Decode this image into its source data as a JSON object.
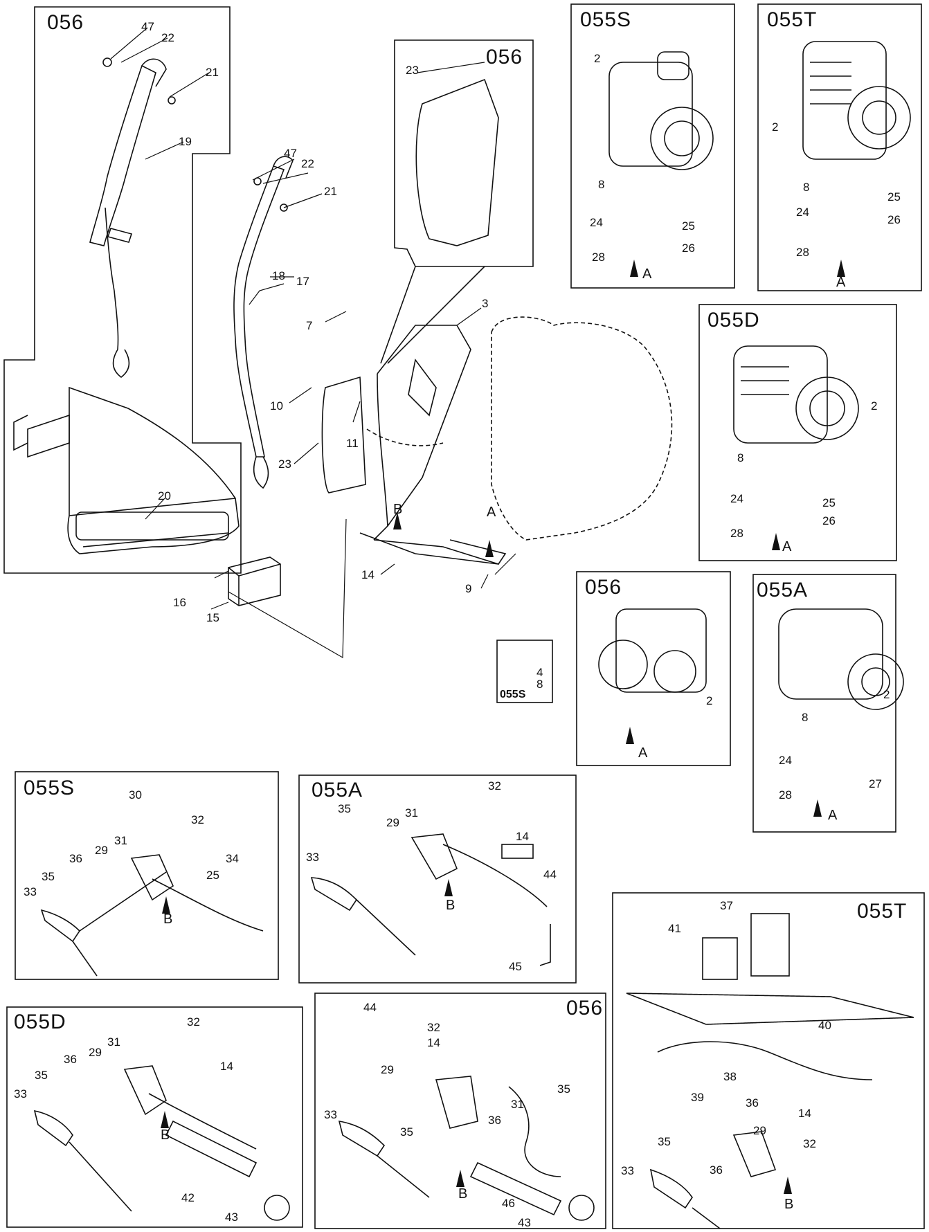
{
  "panels": {
    "harness_056": "056",
    "engine_055S": "055S",
    "engine_055T": "055T",
    "inset_056": "056",
    "engine_055D": "055D",
    "engine_056": "056",
    "engine_055A": "055A",
    "mini_055S": "055S",
    "throttle_055S": "055S",
    "throttle_055A": "055A",
    "throttle_055D": "055D",
    "throttle_056": "056",
    "throttle_055T": "055T"
  },
  "callouts": {
    "c47a": "47",
    "c22a": "22",
    "c21a": "21",
    "c19": "19",
    "c20": "20",
    "c47b": "47",
    "c22b": "22",
    "c21b": "21",
    "c18": "18",
    "c17": "17",
    "c23a": "23",
    "c7": "7",
    "c3": "3",
    "c10": "10",
    "c11": "11",
    "c23b": "23",
    "c16": "16",
    "c15": "15",
    "c14": "14",
    "c9": "9",
    "c4": "4",
    "c8m": "8",
    "s2": "2",
    "s8": "8",
    "s24": "24",
    "s25": "25",
    "s26": "26",
    "s28": "28",
    "t2": "2",
    "t8": "8",
    "t24": "24",
    "t25": "25",
    "t26": "26",
    "t28": "28",
    "d2": "2",
    "d8": "8",
    "d24": "24",
    "d25": "25",
    "d26": "26",
    "d28": "28",
    "e2": "2",
    "a2": "2",
    "a8": "8",
    "a24": "24",
    "a27": "27",
    "a28": "28",
    "ts30": "30",
    "ts32": "32",
    "ts31": "31",
    "ts29": "29",
    "ts36": "36",
    "ts35": "35",
    "ts33": "33",
    "ts34": "34",
    "ts25": "25",
    "ta32": "32",
    "ta35": "35",
    "ta31": "31",
    "ta29": "29",
    "ta14": "14",
    "ta33": "33",
    "ta44": "44",
    "ta45": "45",
    "td32": "32",
    "td31": "31",
    "td29": "29",
    "td14": "14",
    "td36": "36",
    "td35": "35",
    "td33": "33",
    "td42": "42",
    "td43": "43",
    "tn44": "44",
    "tn32": "32",
    "tn14": "14",
    "tn29": "29",
    "tn35a": "35",
    "tn31": "31",
    "tn36": "36",
    "tn33": "33",
    "tn35b": "35",
    "tn46": "46",
    "tn43": "43",
    "tt37": "37",
    "tt41": "41",
    "tt40": "40",
    "tt38": "38",
    "tt39": "39",
    "tt36a": "36",
    "tt14": "14",
    "tt29": "29",
    "tt32": "32",
    "tt35": "35",
    "tt36b": "36",
    "tt33": "33"
  },
  "arrows": {
    "mainA": "A",
    "mainB": "B",
    "sA": "A",
    "tA": "A",
    "dA": "A",
    "eA": "A",
    "aA": "A",
    "tsB": "B",
    "taB": "B",
    "tdB": "B",
    "tnB": "B",
    "ttB": "B"
  }
}
